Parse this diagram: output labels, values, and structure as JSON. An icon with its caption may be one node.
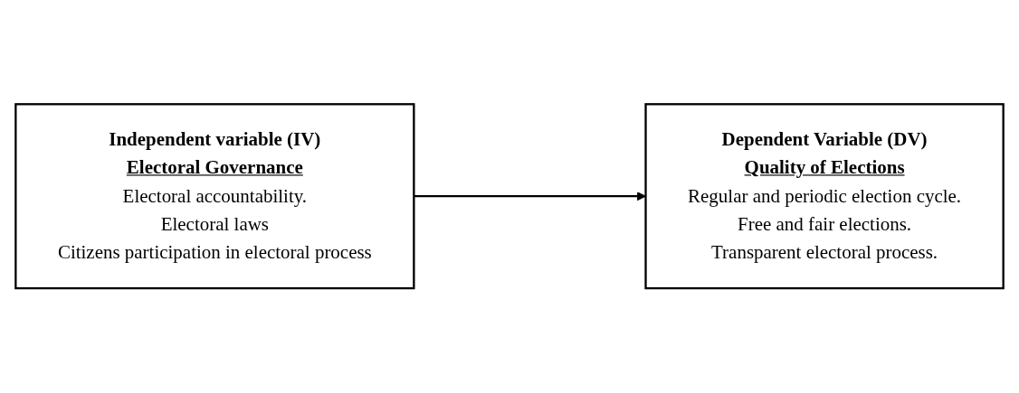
{
  "diagram": {
    "nodes": [
      {
        "text": [
          "Independent variable (IV)",
          "Electoral Governance",
          "Electoral accountability.",
          "Electoral laws",
          "Citizens participation in electoral process"
        ]
      },
      {
        "text": [
          "Dependent Variable (DV)",
          "Quality of Elections",
          "Regular and periodic election cycle.",
          "Free and fair elections.",
          "Transparent electoral process."
        ]
      }
    ],
    "edges": [
      {
        "from": 0,
        "to": 1,
        "arrow": "to"
      }
    ]
  }
}
